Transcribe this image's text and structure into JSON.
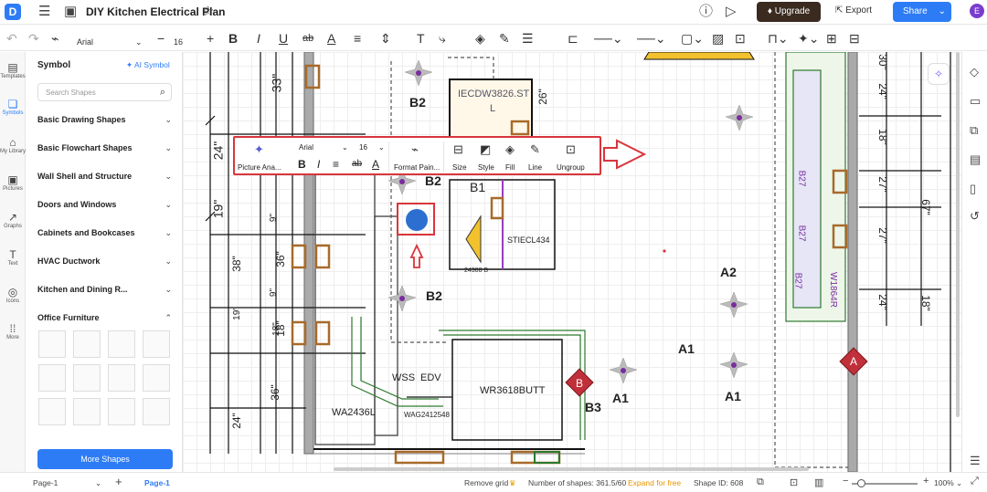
{
  "titlebar": {
    "title": "DIY Kitchen Electrical Plan",
    "upgrade": "Upgrade",
    "export": "Export",
    "share": "Share",
    "avatar": "E"
  },
  "toolbar": {
    "font": "Arial",
    "font_size": "16"
  },
  "rail": [
    {
      "label": "Templates",
      "icon": "template-icon"
    },
    {
      "label": "Symbols",
      "icon": "symbols-icon"
    },
    {
      "label": "My Library",
      "icon": "library-icon"
    },
    {
      "label": "Pictures",
      "icon": "pictures-icon"
    },
    {
      "label": "Graphs",
      "icon": "graphs-icon"
    },
    {
      "label": "Text",
      "icon": "text-icon"
    },
    {
      "label": "Icons",
      "icon": "icons-icon"
    },
    {
      "label": "More",
      "icon": "more-icon"
    }
  ],
  "panel": {
    "title": "Symbol",
    "ai_symbol": "AI Symbol",
    "search_placeholder": "Search Shapes",
    "categories": [
      "Basic Drawing Shapes",
      "Basic Flowchart Shapes",
      "Wall Shell and Structure",
      "Doors and Windows",
      "Cabinets and Bookcases",
      "HVAC Ductwork",
      "Kitchen and Dining R...",
      "Office Furniture"
    ],
    "more_shapes": "More Shapes"
  },
  "float_toolbar": {
    "picture": "Picture Ana...",
    "font": "Arial",
    "font_size": "16",
    "format_painter": "Format Pain...",
    "size": "Size",
    "style": "Style",
    "fill": "Fill",
    "line": "Line",
    "group": "Ungroup"
  },
  "plan": {
    "dims": [
      "33\"",
      "24\"",
      "19\"",
      "38\"",
      "36\"",
      "18\"",
      "9\"",
      "9\"",
      "19\"",
      "18\"",
      "36\"",
      "24\"",
      "26\"",
      "30\"",
      "24\"",
      "18\"",
      "27\"",
      "27\"",
      "24\"",
      "18\"",
      "67\""
    ],
    "labels": [
      "B2",
      "B2",
      "B2",
      "B1",
      "A2",
      "A1",
      "A1",
      "A1",
      "B3",
      "IECDW3826.ST",
      "L",
      "STIECL434",
      "WR3618BUTT",
      "WA2436L",
      "WSS",
      "EDV",
      "WAG2412548",
      "24308 B",
      "B27",
      "B27",
      "B27",
      "W1864R"
    ],
    "markers": [
      "B",
      "A"
    ]
  },
  "status": {
    "page_tab": "Page-1",
    "page_active": "Page-1",
    "remove_grid": "Remove grid",
    "shape_count": "Number of shapes: 361.5/60",
    "expand": "Expand for free",
    "shape_id": "Shape ID: 608",
    "zoom": "100%"
  }
}
